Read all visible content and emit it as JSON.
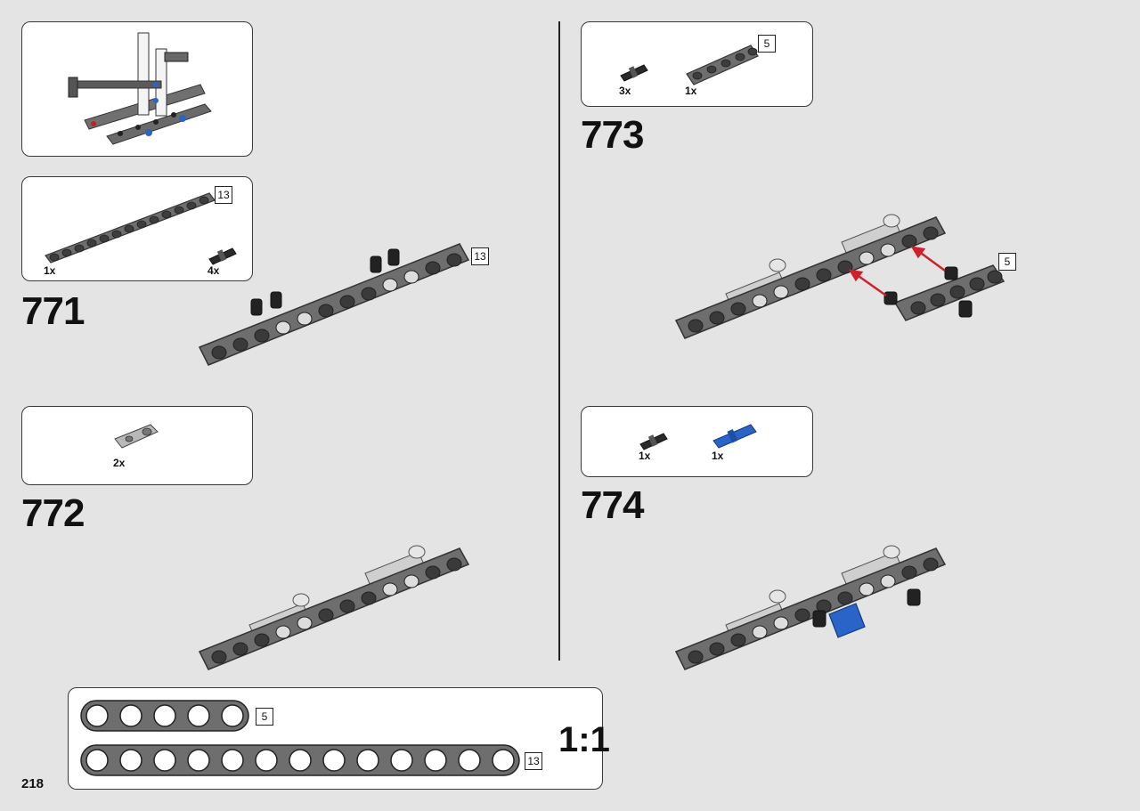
{
  "page_number": "218",
  "colors": {
    "beam": "#6e6e6e",
    "beam_dark": "#4a4a4a",
    "pin_black": "#222222",
    "axle_blue": "#2a64c8",
    "arrow_red": "#d0202a",
    "light_gray": "#bdbdbd"
  },
  "steps": [
    {
      "number": "771",
      "parts": [
        {
          "part": "technic-beam-13",
          "qty": "1x",
          "length_label": "13"
        },
        {
          "part": "friction-pin-black",
          "qty": "4x"
        }
      ],
      "model_length_label": "13"
    },
    {
      "number": "772",
      "parts": [
        {
          "part": "pin-connector-light-gray",
          "qty": "2x"
        }
      ]
    },
    {
      "number": "773",
      "parts": [
        {
          "part": "friction-pin-black",
          "qty": "3x"
        },
        {
          "part": "technic-beam-5",
          "qty": "1x",
          "length_label": "5"
        }
      ],
      "model_length_label": "5"
    },
    {
      "number": "774",
      "parts": [
        {
          "part": "friction-pin-black",
          "qty": "1x"
        },
        {
          "part": "axle-pin-blue",
          "qty": "1x"
        }
      ]
    }
  ],
  "scale_reference": {
    "label": "1:1",
    "beams": [
      {
        "length_label": "5",
        "holes": 5
      },
      {
        "length_label": "13",
        "holes": 13
      }
    ]
  }
}
